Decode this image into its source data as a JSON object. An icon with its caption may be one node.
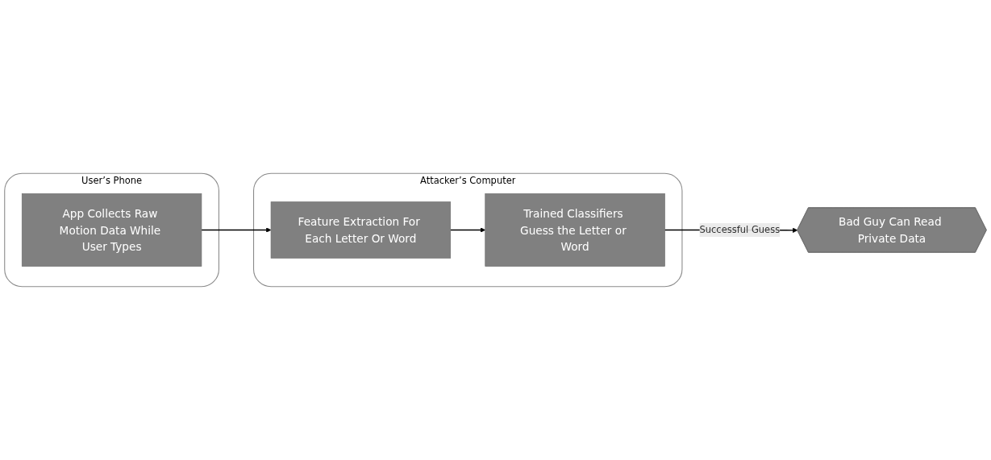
{
  "diagram": {
    "nodes": [
      {
        "text": [
          "User’s Phone"
        ]
      },
      {
        "text": [
          "App Collects Raw Motion Data While User Types"
        ],
        "in": 0
      },
      {
        "text": [
          "Attacker’s Computer"
        ]
      },
      {
        "text": [
          "Feature Extraction For Each Letter Or Word"
        ],
        "in": 2
      },
      {
        "text": [
          "Trained Classifiers Guess the Letter or Word"
        ],
        "in": 2
      },
      {
        "text": [
          "Bad Guy Can Read Private Data"
        ]
      }
    ],
    "edges": [
      {
        "from": 1,
        "to": 3,
        "arrow": "to"
      },
      {
        "from": 3,
        "to": 4,
        "arrow": "to"
      },
      {
        "from": 4,
        "to": 5,
        "arrow": "to",
        "label": "Successful Guess"
      }
    ]
  }
}
